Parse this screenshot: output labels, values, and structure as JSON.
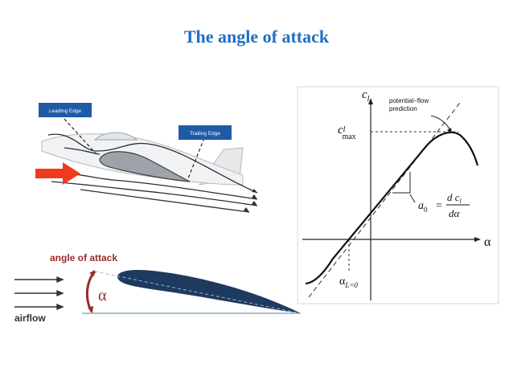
{
  "slide": {
    "title": "The angle of attack"
  },
  "airplane_figure": {
    "leading_edge_label": "Leading Edge",
    "trailing_edge_label": "Trailing Edge",
    "arrow_color": "#f03a1e",
    "callout_bg": "#1f5aa6"
  },
  "aoa_figure": {
    "title": "angle of attack",
    "alpha_symbol": "α",
    "airflow_label": "airflow",
    "title_color": "#9b2a2a",
    "airfoil_color": "#1f3a5f"
  },
  "lift_curve_figure": {
    "y_axis_label": "c",
    "y_axis_sub": "l",
    "x_axis_label": "α",
    "clmax_label": "c",
    "clmax_sub1": "l",
    "clmax_sub2": "max",
    "potential_flow_label_line1": "potential−flow",
    "potential_flow_label_line2": "prediction",
    "slope_lhs": "a",
    "slope_lhs_sub": "0",
    "slope_equals": "=",
    "slope_numerator": "d c",
    "slope_numerator_sub": "l",
    "slope_denominator": "dα",
    "zero_lift_label": "α",
    "zero_lift_sub": "L=0"
  }
}
